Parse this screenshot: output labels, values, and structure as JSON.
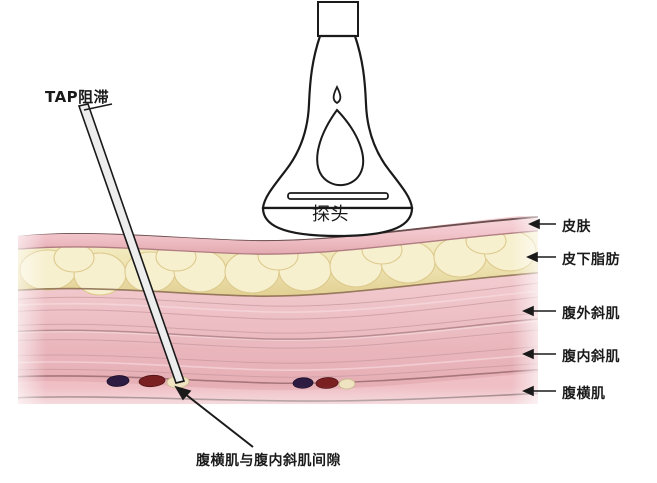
{
  "figure": {
    "title_text": "TAP阻滞",
    "probe_label": "探头",
    "caption": "腹横肌与腹内斜肌间隙",
    "right_labels": [
      {
        "id": "skin",
        "text": "皮肤"
      },
      {
        "id": "subcutaneous-fat",
        "text": "皮下脂肪"
      },
      {
        "id": "external-oblique",
        "text": "腹外斜肌"
      },
      {
        "id": "internal-oblique",
        "text": "腹内斜肌"
      },
      {
        "id": "transversus-abdominis",
        "text": "腹横肌"
      }
    ],
    "colors": {
      "skin": "#f2c6cb",
      "skin_dark": "#e0a8ae",
      "fat": "#f0e6bb",
      "fat_shade": "#e3d296",
      "muscle_1": "#eec2c6",
      "muscle_2": "#e9b6bd",
      "muscle_3": "#f0c8cd",
      "fascia_line": "#b98a8e",
      "outline": "#6b4f4f",
      "vein": "#2d1b42",
      "artery": "#7a1f22",
      "nerve": "#efe3c2",
      "probe_body": "#ffffff",
      "probe_outline": "#1a1a1a",
      "needle": "#e8e8e8",
      "needle_outline": "#1a1a1a",
      "text": "#1a1a1a"
    }
  }
}
